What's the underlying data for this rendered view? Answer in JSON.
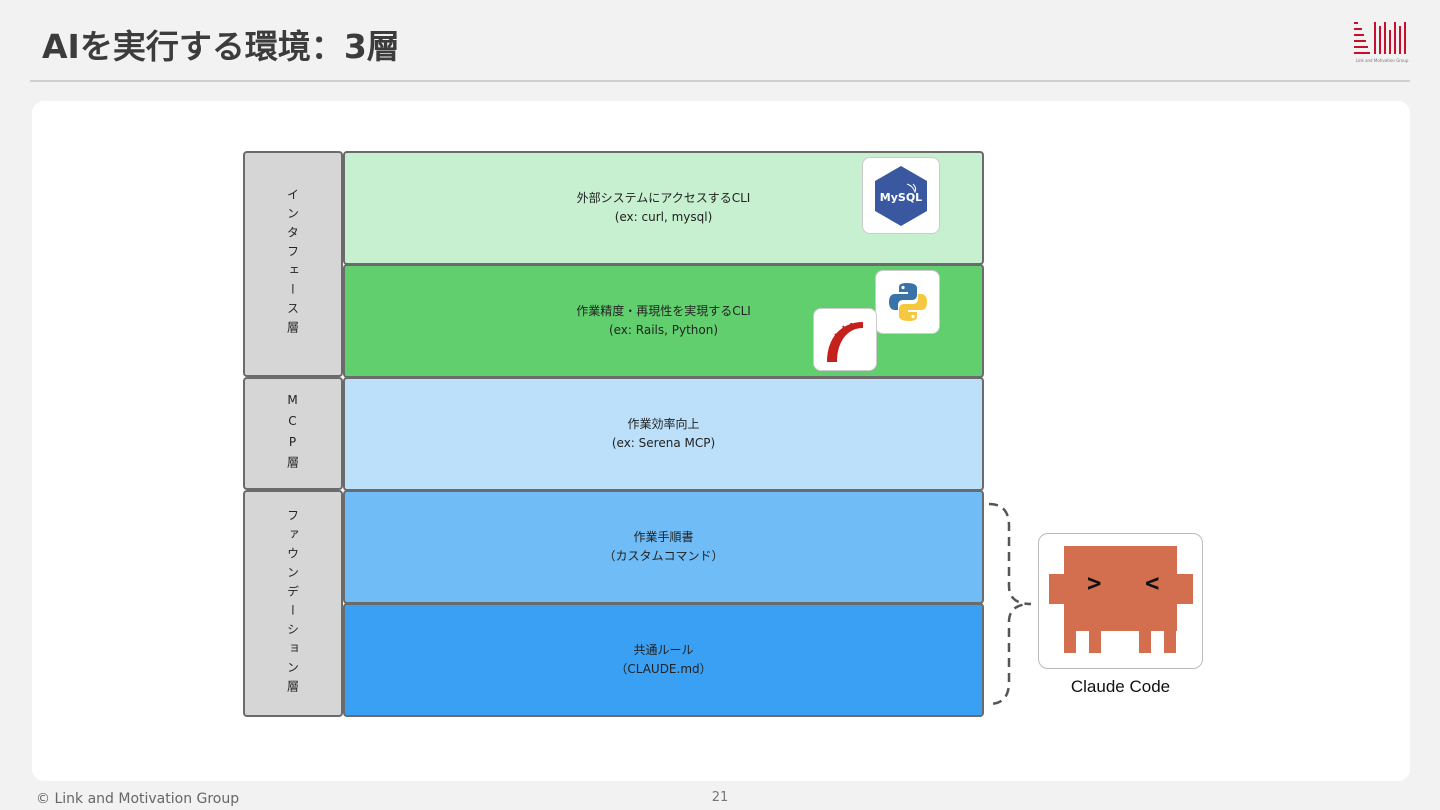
{
  "slide": {
    "title": "AIを実行する環境：3層",
    "page_number": "21",
    "copyright": "© Link and Motivation Group",
    "logo_text": "Link and Motivation Group"
  },
  "layers": [
    {
      "label": "インタフェース層"
    },
    {
      "label": "MCP層"
    },
    {
      "label": "ファウンデーション層"
    }
  ],
  "boxes": [
    {
      "line1": "外部システムにアクセスするCLI",
      "line2": "(ex: curl, mysql)",
      "color": "#c6f0cf"
    },
    {
      "line1": "作業精度・再現性を実現するCLI",
      "line2": "(ex: Rails, Python)",
      "color": "#62cf6f"
    },
    {
      "line1": "作業効率向上",
      "line2": "(ex: Serena MCP)",
      "color": "#bde0fa"
    },
    {
      "line1": "作業手順書",
      "line2": "（カスタムコマンド）",
      "color": "#70bcf7"
    },
    {
      "line1": "共通ルール",
      "line2": "（CLAUDE.md）",
      "color": "#3aa0f3"
    }
  ],
  "icons": {
    "mysql_text": "MySQL",
    "claude_label": "Claude Code"
  },
  "colors": {
    "side_bg": "#d6d6d6",
    "border": "#6b6b6b",
    "claude_orange": "#d36e4f",
    "mysql_blue": "#3a58a0"
  }
}
